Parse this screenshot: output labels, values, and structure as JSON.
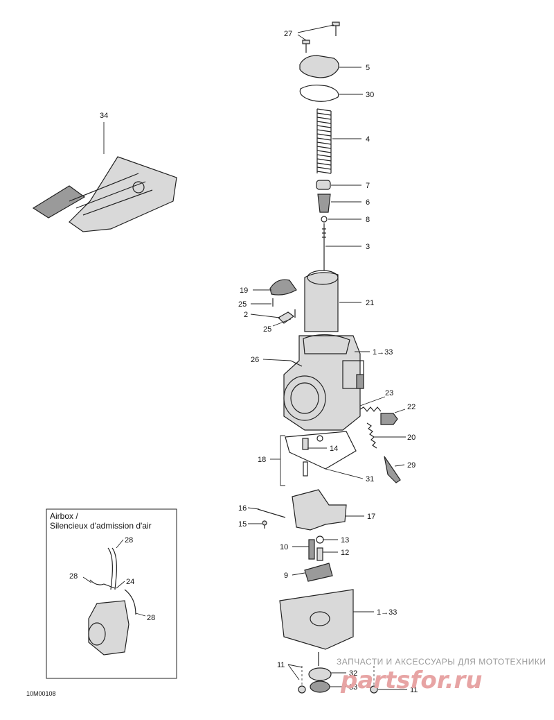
{
  "callouts": {
    "c27": "27",
    "c5": "5",
    "c30": "30",
    "c4": "4",
    "c7": "7",
    "c6": "6",
    "c8": "8",
    "c3": "3",
    "c19": "19",
    "c21": "21",
    "c25a": "25",
    "c2": "2",
    "c25b": "25",
    "c1to33a": "1→33",
    "c26": "26",
    "c23": "23",
    "c22": "22",
    "c20": "20",
    "c18": "18",
    "c14": "14",
    "c29": "29",
    "c31": "31",
    "c16": "16",
    "c17": "17",
    "c15": "15",
    "c10": "10",
    "c13": "13",
    "c12": "12",
    "c9": "9",
    "c1to33b": "1→33",
    "c11a": "11",
    "c32": "32",
    "c33": "33",
    "c11b": "11",
    "c34": "34"
  },
  "inset": {
    "title_line1": "Airbox /",
    "title_line2": "Silencieux d'admission d'air",
    "c28a": "28",
    "c28b": "28",
    "c24": "24",
    "c28c": "28"
  },
  "footer": {
    "drawing_code": "10M00108"
  },
  "watermark": {
    "tagline": "ЗАПЧАСТИ И АКСЕССУАРЫ ДЛЯ МОТОТЕХНИКИ",
    "logo": "partsfor.ru"
  },
  "colors": {
    "line": "#222222",
    "watermark_text": "#9a9a9a",
    "watermark_logo": "#e7a4a4"
  }
}
